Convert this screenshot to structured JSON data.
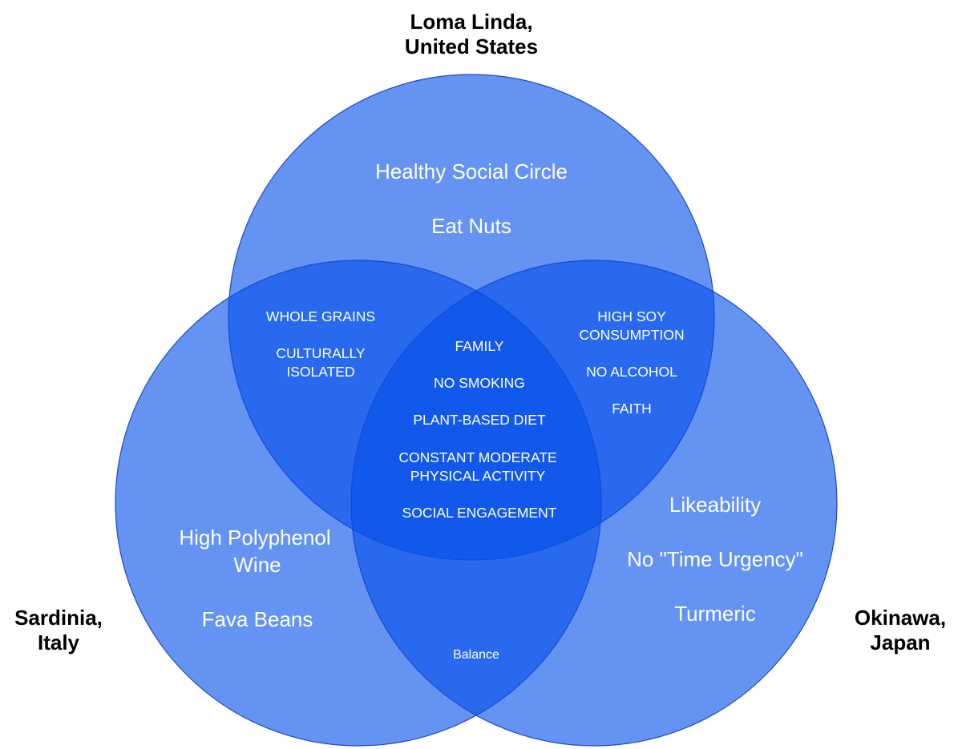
{
  "colors": {
    "circle_fill": "#034fea",
    "circle_stroke": "#1a48d0",
    "text": "#ffffff",
    "title": "#000000"
  },
  "sets": {
    "loma_linda": {
      "title_line1": "Loma Linda,",
      "title_line2": "United States"
    },
    "sardinia": {
      "title_line1": "Sardinia,",
      "title_line2": "Italy"
    },
    "okinawa": {
      "title_line1": "Okinawa,",
      "title_line2": "Japan"
    }
  },
  "regions": {
    "loma_only": [
      "Healthy Social Circle",
      "Eat Nuts"
    ],
    "sardinia_only": [
      "High Polyphenol",
      "Wine",
      "Fava Beans"
    ],
    "okinawa_only": [
      "Likeability",
      "No \"Time Urgency\"",
      "Turmeric"
    ],
    "loma_sardinia": [
      "WHOLE GRAINS",
      "CULTURALLY",
      "ISOLATED"
    ],
    "loma_okinawa": [
      "HIGH SOY",
      "CONSUMPTION",
      "NO ALCOHOL",
      "FAITH"
    ],
    "sardinia_okinawa": [
      "Balance"
    ],
    "all_three": [
      "FAMILY",
      "NO SMOKING",
      "PLANT-BASED DIET",
      "CONSTANT MODERATE",
      "PHYSICAL ACTIVITY",
      "SOCIAL ENGAGEMENT"
    ]
  }
}
